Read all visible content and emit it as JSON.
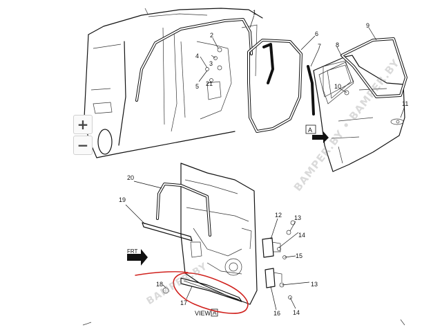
{
  "diagram": {
    "callouts": [
      {
        "id": "c1",
        "label": "1"
      },
      {
        "id": "c2",
        "label": "2"
      },
      {
        "id": "c3",
        "label": "3"
      },
      {
        "id": "c4",
        "label": "4"
      },
      {
        "id": "c5",
        "label": "5"
      },
      {
        "id": "c6",
        "label": "6"
      },
      {
        "id": "c7",
        "label": "7"
      },
      {
        "id": "c8",
        "label": "8"
      },
      {
        "id": "c9",
        "label": "9"
      },
      {
        "id": "c10",
        "label": "10"
      },
      {
        "id": "c11",
        "label": "11"
      },
      {
        "id": "c12",
        "label": "12"
      },
      {
        "id": "c13a",
        "label": "13"
      },
      {
        "id": "c13b",
        "label": "13"
      },
      {
        "id": "c14a",
        "label": "14"
      },
      {
        "id": "c14b",
        "label": "14"
      },
      {
        "id": "c15",
        "label": "15"
      },
      {
        "id": "c16",
        "label": "16"
      },
      {
        "id": "c17",
        "label": "17"
      },
      {
        "id": "c18",
        "label": "18"
      },
      {
        "id": "c19",
        "label": "19"
      },
      {
        "id": "c20",
        "label": "20"
      },
      {
        "id": "c21",
        "label": "21"
      }
    ],
    "view_label": "VIEW",
    "view_marker": "A",
    "view_arrow_letter": "A",
    "front_arrow_label": "FRT"
  },
  "controls": {
    "zoom_in": "+",
    "zoom_out": "−"
  },
  "watermarks": [
    "BAMPER.BY • BAMPER.BY",
    "BAMPER.BY"
  ],
  "colors": {
    "annotation": "#d0201c",
    "line": "#111111",
    "background": "#ffffff"
  }
}
